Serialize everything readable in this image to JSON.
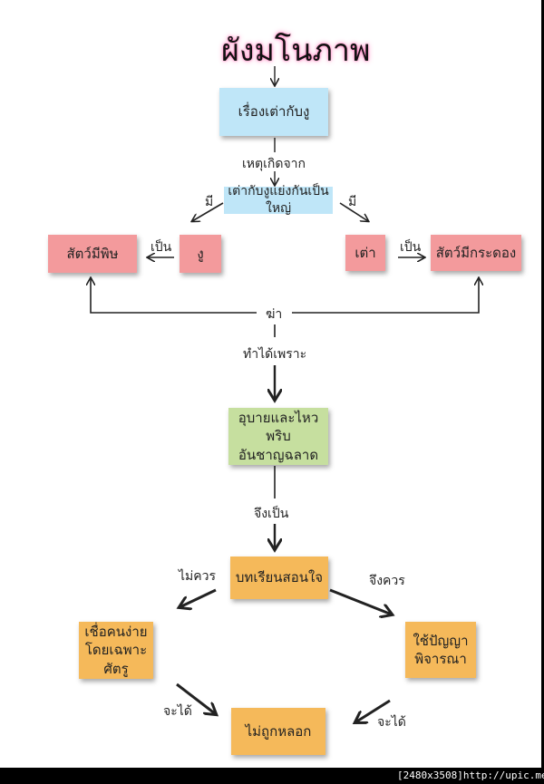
{
  "title": "ผังมโนภาพ",
  "nodes": {
    "story": "เรื่องเต่ากับงู",
    "cause": "เต่ากับงูแย่งกันเป็นใหญ่",
    "venomous": "สัตว์มีพิษ",
    "snake": "งู",
    "turtle": "เต่า",
    "shelled": "สัตว์มีกระดอง",
    "trick_line1": "อุบายและไหวพริบ",
    "trick_line2": "อันชาญฉลาด",
    "lesson": "บทเรียนสอนใจ",
    "trust_line1": "เชื่อคนง่าย",
    "trust_line2": "โดยเฉพาะศัตรู",
    "wisdom_line1": "ใช้ปัญญา",
    "wisdom_line2": "พิจารณา",
    "result": "ไม่ถูกหลอก"
  },
  "labels": {
    "because_of": "เหตุเกิดจาก",
    "has_left": "มี",
    "has_right": "มี",
    "is_left": "เป็น",
    "is_right": "เป็น",
    "kill": "ฆ่า",
    "done_because": "ทำได้เพราะ",
    "thus_is": "จึงเป็น",
    "should_not": "ไม่ควร",
    "should": "จึงควร",
    "will_get_left": "จะได้",
    "will_get_right": "จะได้"
  },
  "colors": {
    "blue": "#bfe6f8",
    "pink": "#f39a9c",
    "green": "#c6df9f",
    "orange": "#f5b95a"
  },
  "footer": "[2480x3508]http://upic.me/"
}
